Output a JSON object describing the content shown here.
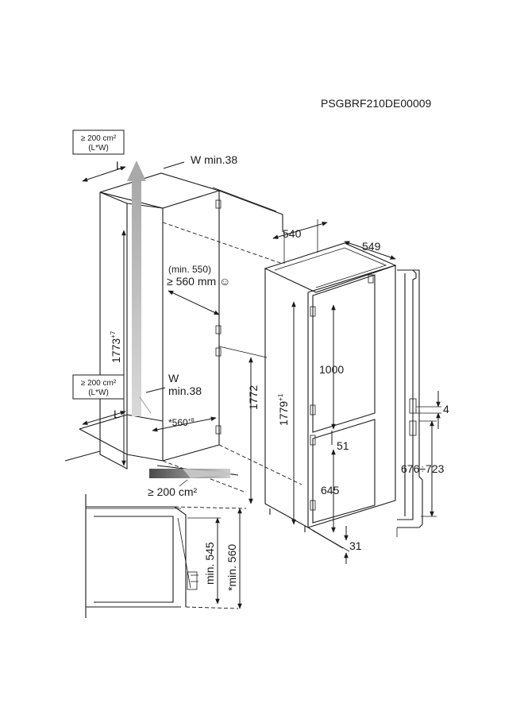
{
  "diagram_code": "PSGBRF210DE00009",
  "vent_top": {
    "area": "≥ 200 cm²",
    "formula": "(L*W)",
    "w": "W min.38",
    "l": "L"
  },
  "vent_mid": {
    "area": "≥ 200 cm²",
    "formula": "(L*W)",
    "w_line1": "W",
    "w_line2": "min.38",
    "l": "L"
  },
  "vent_bottom": "≥ 200 cm²",
  "clearance": {
    "min_paren": "(min. 550)",
    "min_main": "≥ 560 mm ☺"
  },
  "niche_height": "1773",
  "niche_height_tol": "+7",
  "niche_depth": "*560",
  "niche_depth_tol": "+8",
  "appliance_height": "1772",
  "appliance_total": "1779",
  "appliance_total_tol": "+1",
  "top_width": "540",
  "top_depth": "549",
  "upper_door": "1000",
  "gap": "51",
  "lower_door": "645",
  "bottom_gap": "31",
  "side_gap": "4",
  "side_range": "676÷723",
  "detail_min_a": "min. 545",
  "detail_min_b": "*min. 560"
}
